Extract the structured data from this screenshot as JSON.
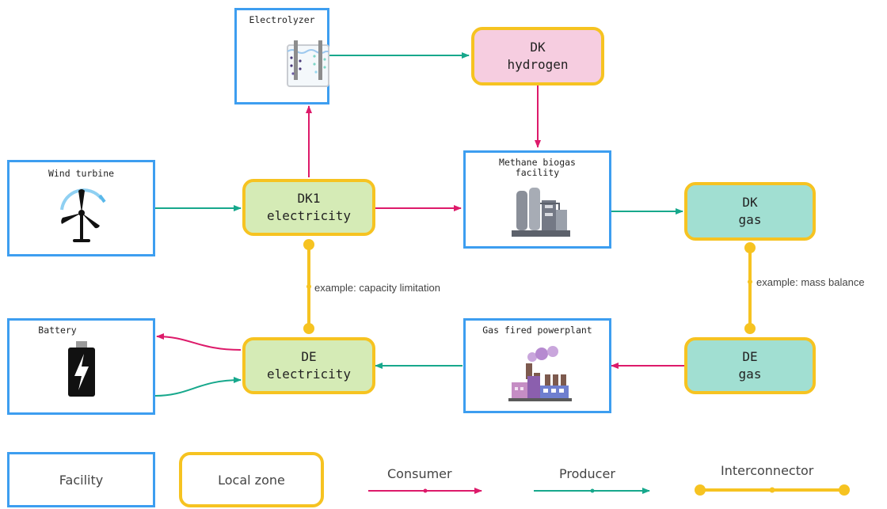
{
  "colors": {
    "facility_border": "#3d9ef0",
    "zone_border": "#f6c321",
    "consumer": "#dd1a6a",
    "producer": "#17a88c",
    "interconnector": "#f6c321",
    "zone_electricity": "#d5ebb6",
    "zone_hydrogen": "#f6cde0",
    "zone_gas": "#a1dfd2"
  },
  "facilities": {
    "electrolyzer": {
      "title": "Electrolyzer",
      "icon": "electrolyzer-icon"
    },
    "wind_turbine": {
      "title": "Wind turbine",
      "icon": "wind-turbine-icon"
    },
    "methane_biogas": {
      "title": "Methane biogas facility",
      "icon": "biogas-facility-icon"
    },
    "battery": {
      "title": "Battery",
      "icon": "battery-icon"
    },
    "gas_powerplant": {
      "title": "Gas fired powerplant",
      "icon": "factory-icon"
    }
  },
  "zones": {
    "dk_hydrogen": {
      "line1": "DK",
      "line2": "hydrogen"
    },
    "dk1_electricity": {
      "line1": "DK1",
      "line2": "electricity"
    },
    "dk_gas": {
      "line1": "DK",
      "line2": "gas"
    },
    "de_electricity": {
      "line1": "DE",
      "line2": "electricity"
    },
    "de_gas": {
      "line1": "DE",
      "line2": "gas"
    }
  },
  "interconnector_notes": {
    "electricity": "example: capacity limitation",
    "gas": "example: mass balance"
  },
  "legend": {
    "facility": "Facility",
    "local_zone": "Local zone",
    "consumer": "Consumer",
    "producer": "Producer",
    "interconnector": "Interconnector"
  }
}
